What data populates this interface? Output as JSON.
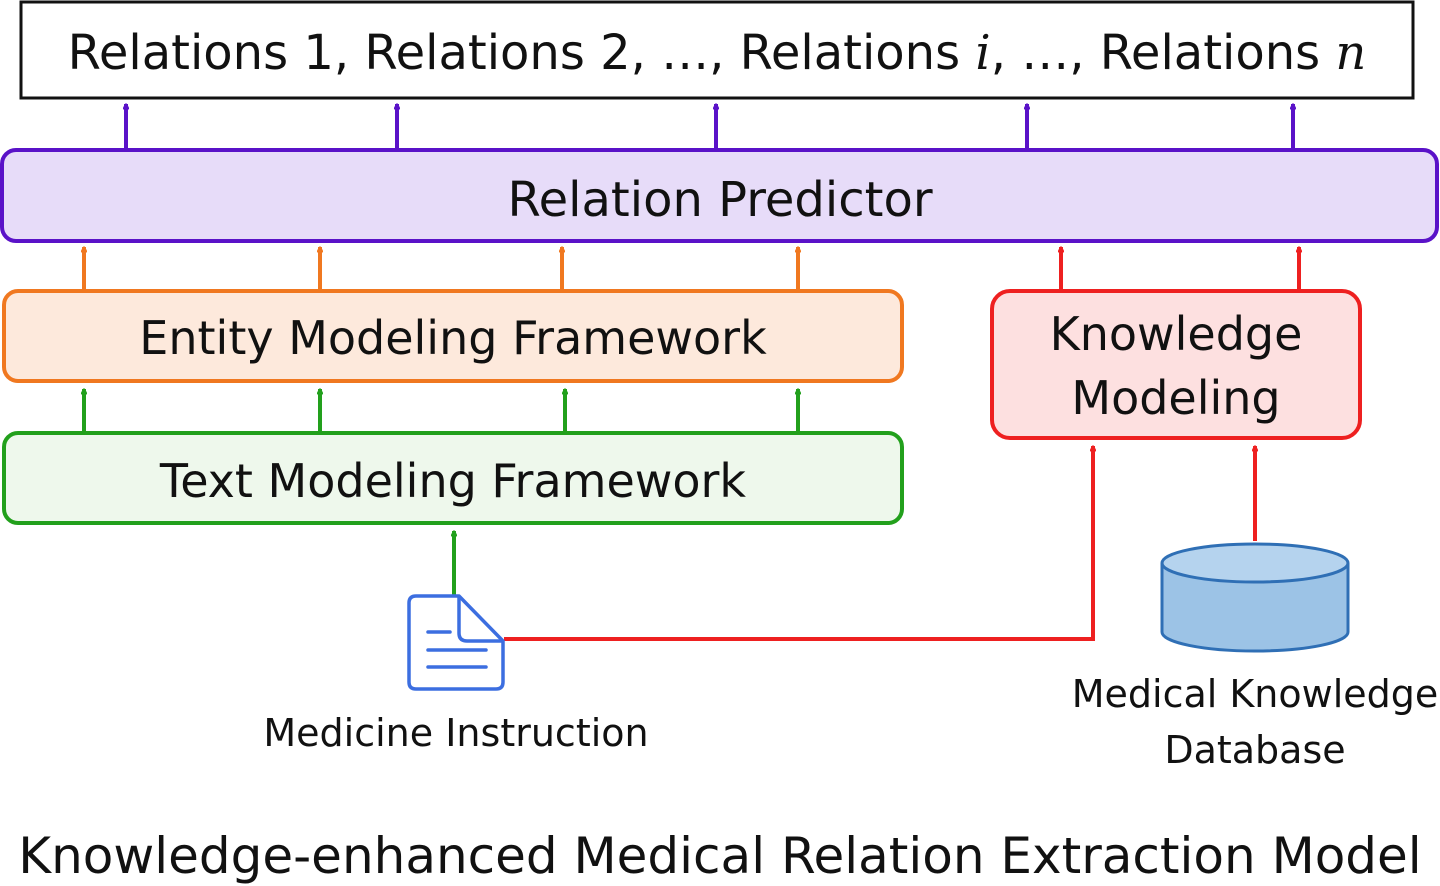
{
  "diagram": {
    "output": {
      "segments": [
        {
          "text": "Relations 1, Relations 2, …, Relations ",
          "math": false
        },
        {
          "text": "i",
          "math": true
        },
        {
          "text": ", …, Relations ",
          "math": false
        },
        {
          "text": "n",
          "math": true
        }
      ]
    },
    "relation_predictor": {
      "label": "Relation Predictor"
    },
    "entity_modeling": {
      "label": "Entity Modeling Framework"
    },
    "text_modeling": {
      "label": "Text Modeling Framework"
    },
    "knowledge_modeling": {
      "line1": "Knowledge",
      "line2": "Modeling"
    },
    "medicine_instruction": {
      "label": "Medicine Instruction"
    },
    "medical_knowledge_db": {
      "line1": "Medical Knowledge",
      "line2": "Database"
    },
    "caption": "Knowledge-enhanced Medical Relation Extraction Model"
  },
  "colors": {
    "purple_stroke": "#5a12c8",
    "purple_fill": "#e7dcf9",
    "orange_stroke": "#f07820",
    "orange_fill": "#fde9dc",
    "green_stroke": "#22a01c",
    "green_fill": "#eef8ec",
    "red_stroke": "#ee2020",
    "red_fill": "#fde0e0",
    "doc_blue": "#3c6ee0",
    "db_fill": "#9cc3e6",
    "db_stroke": "#2f6fb5"
  }
}
